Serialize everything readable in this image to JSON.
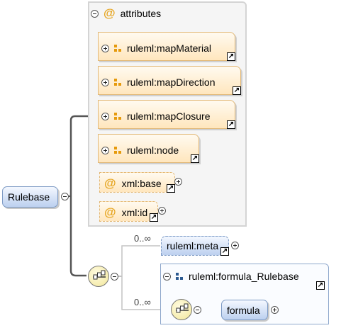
{
  "root": {
    "label": "Rulebase"
  },
  "attributes_group": {
    "label": "attributes",
    "at_symbol": "@",
    "items": [
      {
        "label": "ruleml:mapMaterial",
        "kind": "reference"
      },
      {
        "label": "ruleml:mapDirection",
        "kind": "reference"
      },
      {
        "label": "ruleml:mapClosure",
        "kind": "reference"
      },
      {
        "label": "ruleml:node",
        "kind": "reference"
      },
      {
        "label": "xml:base",
        "kind": "local"
      },
      {
        "label": "xml:id",
        "kind": "local"
      }
    ]
  },
  "sequence": {
    "meta": {
      "label": "ruleml:meta",
      "cardinality": "0..∞"
    },
    "formula_group": {
      "label": "ruleml:formula_Rulebase",
      "cardinality": "0..∞",
      "element": {
        "label": "formula"
      }
    }
  },
  "colors": {
    "attribute_fill": "#ffe6bd",
    "attribute_border": "#e2b877",
    "element_fill": "#bcd0ef",
    "element_border": "#7d9ac4",
    "connector": "#555555",
    "dotted_connector": "#bbbbbb",
    "at_symbol": "#e6a520"
  },
  "icons": [
    "collapse-icon",
    "expand-icon",
    "attribute-ref-icon",
    "group-ref-icon",
    "link-arrow-icon",
    "sequence-compositor-icon"
  ]
}
